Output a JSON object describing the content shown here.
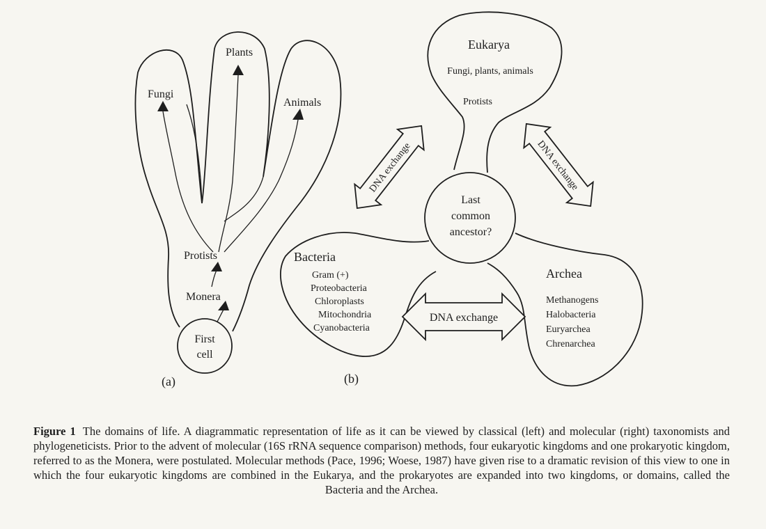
{
  "panel_a": {
    "label": "(a)",
    "groups": [
      "Fungi",
      "Plants",
      "Animals"
    ],
    "protists": "Protists",
    "monera": "Monera",
    "first_cell": [
      "First",
      "cell"
    ]
  },
  "panel_b": {
    "label": "(b)",
    "center": [
      "Last",
      "common",
      "ancestor?"
    ],
    "eukarya": {
      "title": "Eukarya",
      "lines": [
        "Fungi, plants, animals",
        "Protists"
      ]
    },
    "bacteria": {
      "title": "Bacteria",
      "lines": [
        "Gram (+)",
        "Proteobacteria",
        "Chloroplasts",
        "Mitochondria",
        "Cyanobacteria"
      ]
    },
    "archea": {
      "title": "Archea",
      "lines": [
        "Methanogens",
        "Halobacteria",
        "Euryarchea",
        "Chrenarchea"
      ]
    },
    "dna_exchange": [
      "DNA exchange",
      "DNA exchange",
      "DNA exchange"
    ]
  },
  "caption": {
    "label": "Figure 1",
    "text": "The domains of life. A diagrammatic representation of life as it can be viewed by classical (left) and molecular (right) taxonomists and phylogeneticists. Prior to the advent of molecular (16S rRNA sequence comparison) methods, four eukaryotic kingdoms and one prokaryotic kingdom, referred to as the Monera, were postulated. Molecular methods (Pace, 1996; Woese, 1987) have given rise to a dramatic revision of this view to one in which the four eukaryotic kingdoms are combined in the Eukarya, and the prokaryotes are expanded into two kingdoms, or domains, called the Bacteria and the Archea."
  }
}
